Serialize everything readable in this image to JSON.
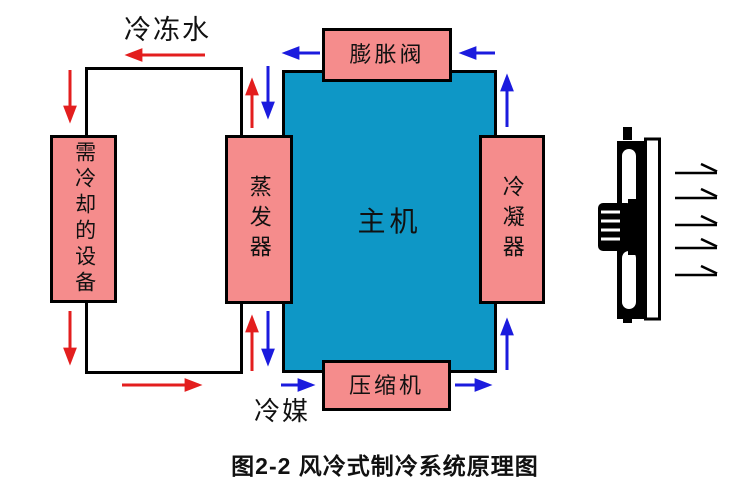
{
  "diagram": {
    "boxes": {
      "equipment": "需冷却的设备",
      "evaporator": "蒸发器",
      "main_unit": "主机",
      "expansion_valve": "膨胀阀",
      "condenser": "冷凝器",
      "compressor": "压缩机"
    },
    "labels": {
      "chilled_water": "冷冻水",
      "refrigerant": "冷媒"
    },
    "caption": "图2-2  风冷式制冷系统原理图",
    "icons": {
      "fan": "fan-with-airflow-icon"
    },
    "colors": {
      "box_pink": "#F58C8C",
      "main_teal": "#0E97C6",
      "water_red": "#E31E1E",
      "refrigerant_blue": "#1B1BDE",
      "line_black": "#000000"
    }
  }
}
